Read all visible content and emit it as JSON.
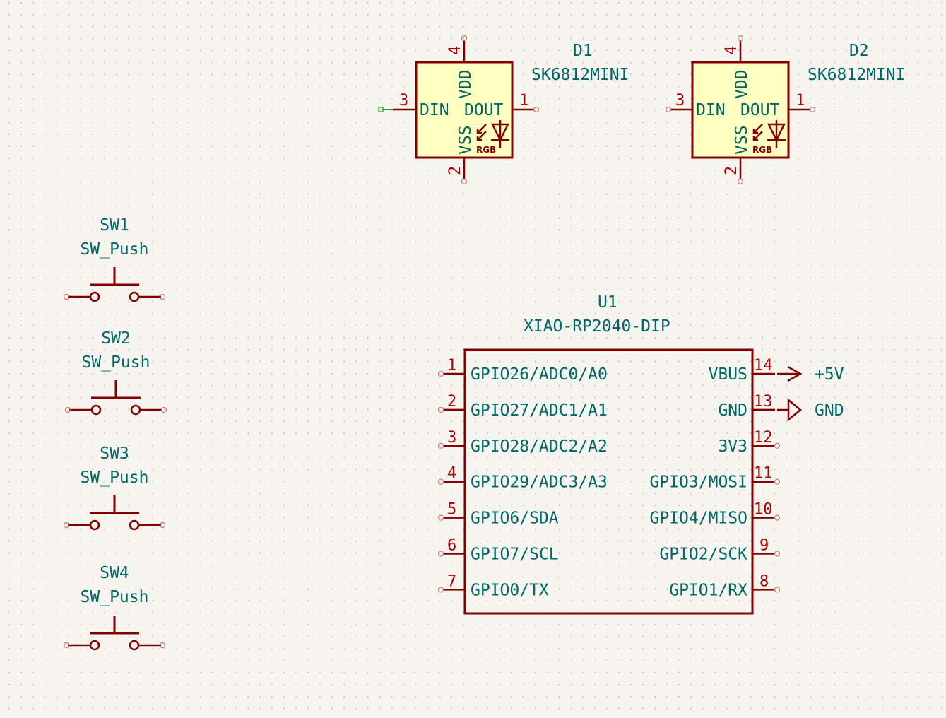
{
  "app": "KiCad Schematic Editor",
  "colors": {
    "background": "#f5f4ef",
    "grid": "#b8b6ae",
    "body_fill": "#ffffc2",
    "body_stroke": "#840000",
    "pin_number": "#a90000",
    "text": "#006666",
    "wire": "#22aa22"
  },
  "leds": [
    {
      "ref": "D1",
      "value": "SK6812MINI",
      "logo": "RGB",
      "pins": {
        "din": {
          "number": "3",
          "name": "DIN"
        },
        "dout": {
          "number": "1",
          "name": "DOUT"
        },
        "vdd": {
          "number": "4",
          "name": "VDD"
        },
        "vss": {
          "number": "2",
          "name": "VSS"
        }
      },
      "din_wire_selected": true
    },
    {
      "ref": "D2",
      "value": "SK6812MINI",
      "logo": "RGB",
      "pins": {
        "din": {
          "number": "3",
          "name": "DIN"
        },
        "dout": {
          "number": "1",
          "name": "DOUT"
        },
        "vdd": {
          "number": "4",
          "name": "VDD"
        },
        "vss": {
          "number": "2",
          "name": "VSS"
        }
      },
      "din_wire_selected": false
    }
  ],
  "switches": [
    {
      "ref": "SW1",
      "value": "SW_Push"
    },
    {
      "ref": "SW2",
      "value": "SW_Push"
    },
    {
      "ref": "SW3",
      "value": "SW_Push"
    },
    {
      "ref": "SW4",
      "value": "SW_Push"
    }
  ],
  "mcu": {
    "ref": "U1",
    "value": "XIAO-RP2040-DIP",
    "left_pins": [
      {
        "number": "1",
        "name": "GPIO26/ADC0/A0"
      },
      {
        "number": "2",
        "name": "GPIO27/ADC1/A1"
      },
      {
        "number": "3",
        "name": "GPIO28/ADC2/A2"
      },
      {
        "number": "4",
        "name": "GPIO29/ADC3/A3"
      },
      {
        "number": "5",
        "name": "GPIO6/SDA"
      },
      {
        "number": "6",
        "name": "GPIO7/SCL"
      },
      {
        "number": "7",
        "name": "GPIO0/TX"
      }
    ],
    "right_pins": [
      {
        "number": "14",
        "name": "VBUS"
      },
      {
        "number": "13",
        "name": "GND"
      },
      {
        "number": "12",
        "name": "3V3"
      },
      {
        "number": "11",
        "name": "GPIO3/MOSI"
      },
      {
        "number": "10",
        "name": "GPIO4/MISO"
      },
      {
        "number": "9",
        "name": "GPIO2/SCK"
      },
      {
        "number": "8",
        "name": "GPIO1/RX"
      }
    ]
  },
  "power_symbols": [
    {
      "name": "+5V",
      "type": "power-arrow",
      "net": "VBUS"
    },
    {
      "name": "GND",
      "type": "ground-triangle",
      "net": "GND"
    }
  ]
}
